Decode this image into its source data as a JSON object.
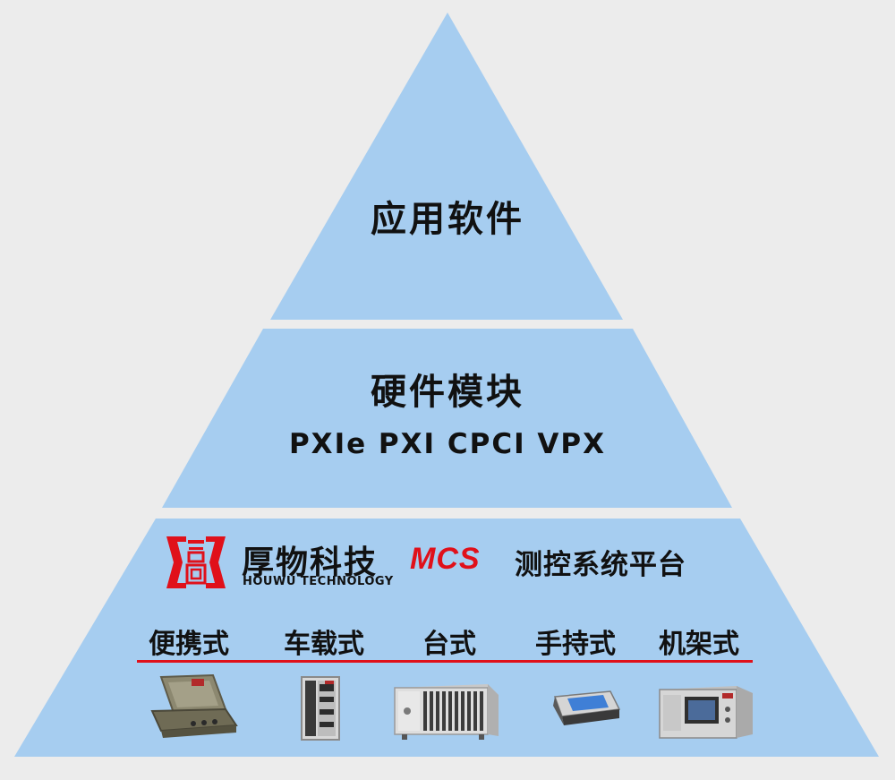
{
  "tiers": {
    "top": {
      "title": "应用软件"
    },
    "middle": {
      "title": "硬件模块",
      "subtitle": "PXIe PXI CPCI VPX"
    },
    "bottom": {
      "company_name": "厚物科技",
      "company_name_en": "HOUWU TECHNOLOGY",
      "product_mark": "MCS",
      "platform_name": "测控系统平台",
      "form_factors": [
        "便携式",
        "车载式",
        "台式",
        "手持式",
        "机架式"
      ]
    }
  },
  "colors": {
    "background": "#ececec",
    "tier_fill": "#a6cdf0",
    "accent_red": "#e0101a",
    "text": "#111111"
  }
}
